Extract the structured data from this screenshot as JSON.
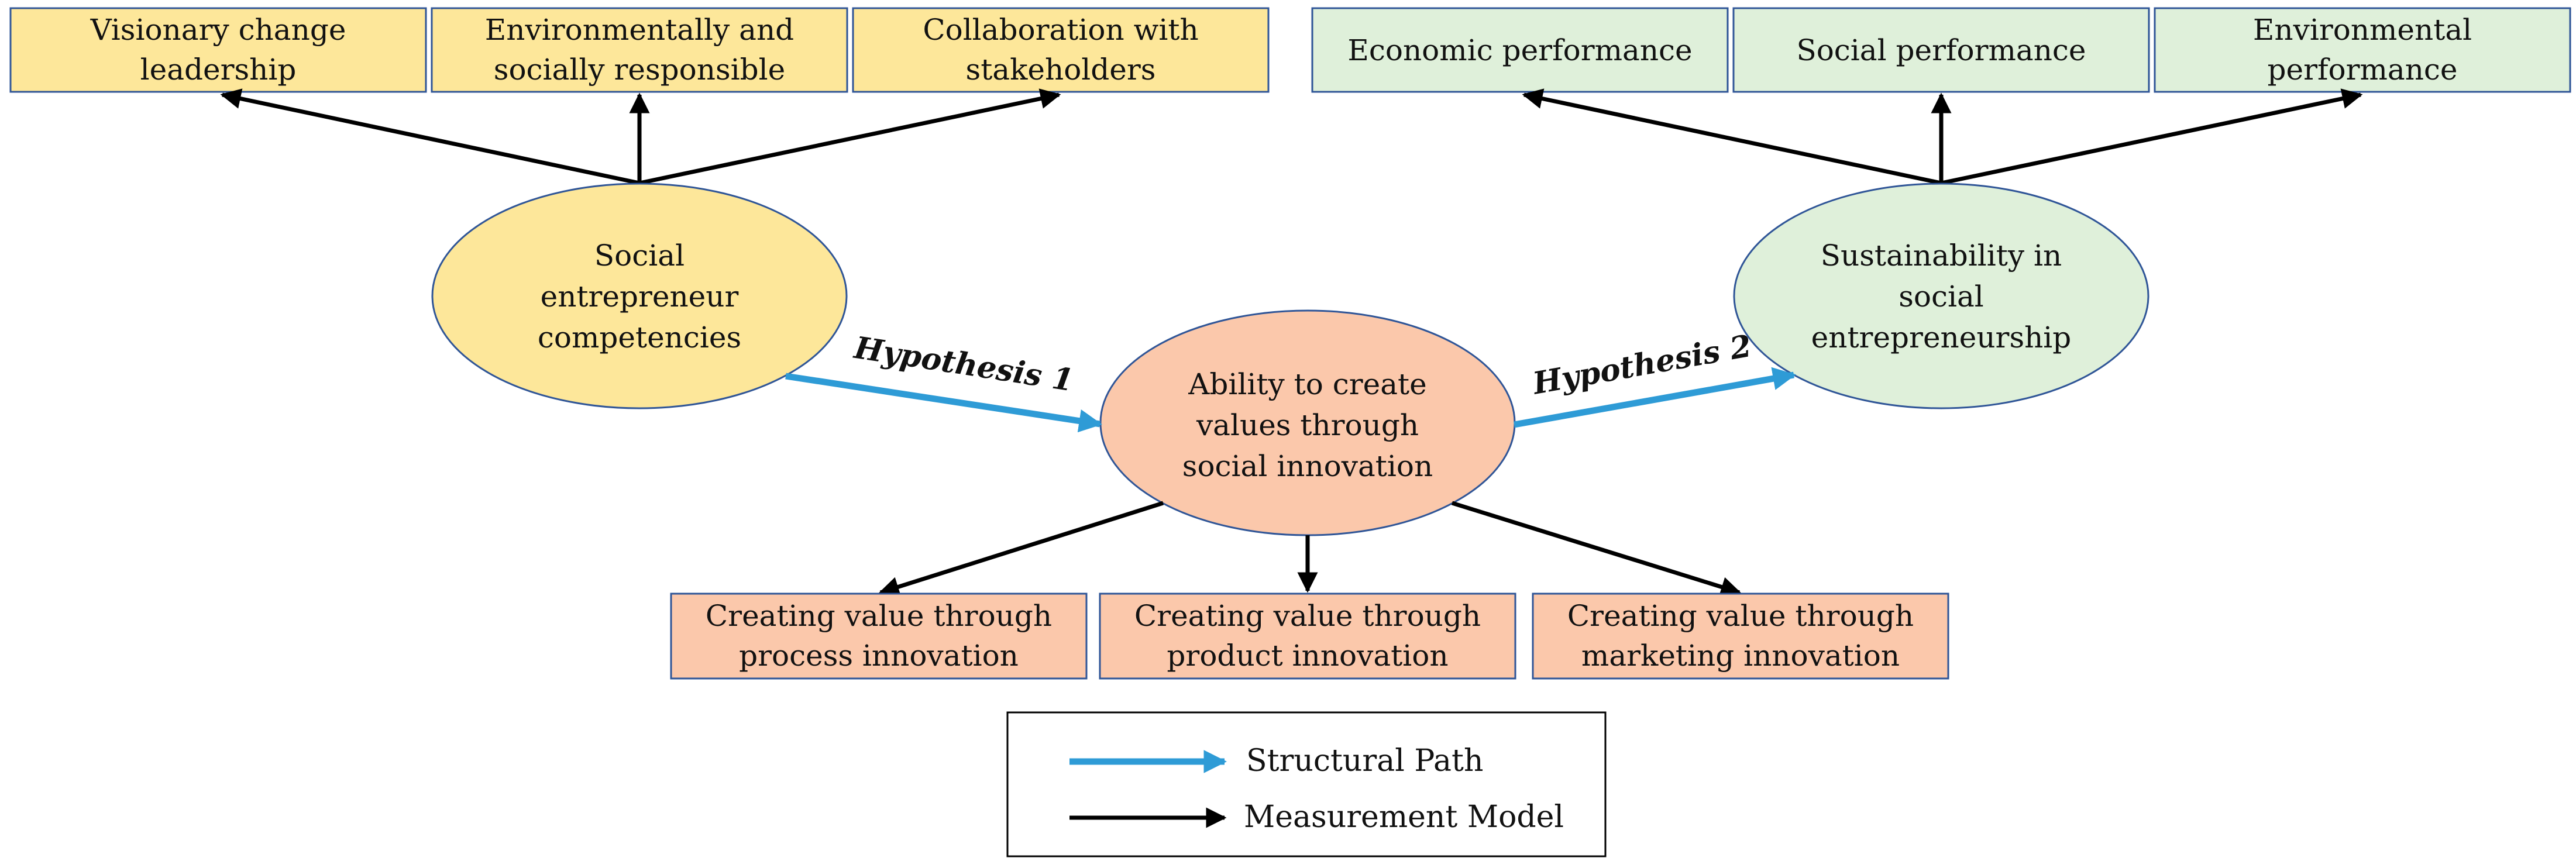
{
  "colors": {
    "yellow_fill": "#fde79a",
    "green_fill": "#dff0da",
    "salmon_fill": "#fbc8ab",
    "box_border": "#2f5597",
    "structural_arrow": "#2e9bd6",
    "measurement_arrow": "#000000"
  },
  "top_left_boxes": [
    {
      "line1": "Visionary change",
      "line2": "leadership"
    },
    {
      "line1": "Environmentally and",
      "line2": "socially responsible"
    },
    {
      "line1": "Collaboration with",
      "line2": "stakeholders"
    }
  ],
  "top_right_boxes": [
    {
      "line1": "Economic performance"
    },
    {
      "line1": "Social performance"
    },
    {
      "line1": "Environmental",
      "line2": "performance"
    }
  ],
  "bottom_boxes": [
    {
      "line1": "Creating value through",
      "line2": "process innovation"
    },
    {
      "line1": "Creating value through",
      "line2": "product innovation"
    },
    {
      "line1": "Creating value through",
      "line2": "marketing innovation"
    }
  ],
  "constructs": {
    "competencies": {
      "line1": "Social",
      "line2": "entrepreneur",
      "line3": "competencies"
    },
    "innovation": {
      "line1": "Ability to create",
      "line2": "values through",
      "line3": "social innovation"
    },
    "sustainability": {
      "line1": "Sustainability in",
      "line2": "social",
      "line3": "entrepreneurship"
    }
  },
  "hypotheses": {
    "h1": "Hypothesis 1",
    "h2": "Hypothesis 2"
  },
  "legend": {
    "structural": "Structural Path",
    "measurement": "Measurement Model"
  }
}
